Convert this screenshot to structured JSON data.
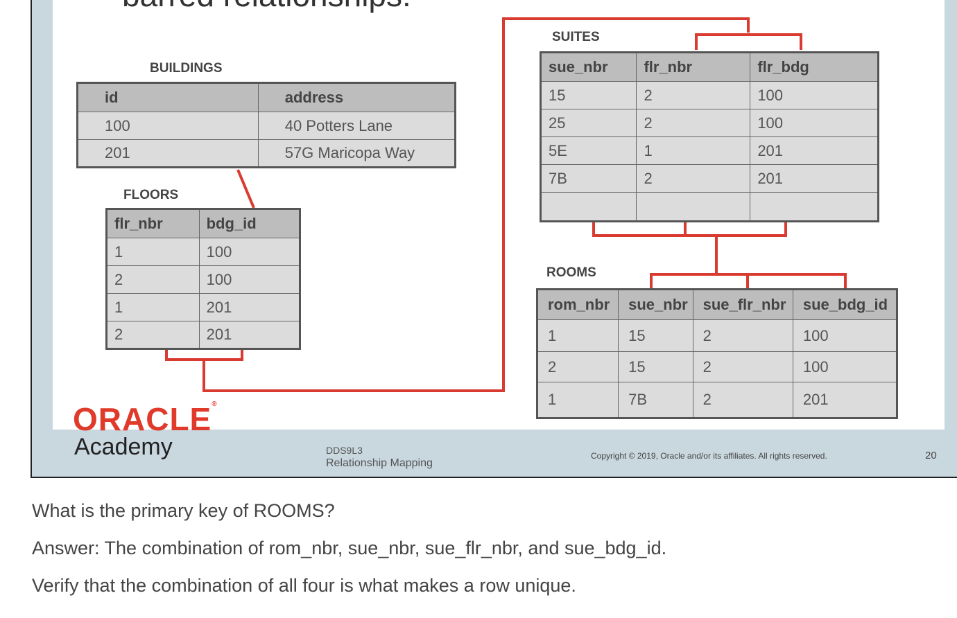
{
  "slide": {
    "title": "barred relationships.",
    "logo_text": "ORACLE",
    "logo_sub": "Academy",
    "course_code": "DDS9L3",
    "course_title": "Relationship Mapping",
    "copyright": "Copyright © 2019, Oracle and/or its affiliates. All rights reserved.",
    "page_number": "20"
  },
  "buildings": {
    "label": "BUILDINGS",
    "headers": [
      "id",
      "address"
    ],
    "rows": [
      [
        "100",
        "40 Potters Lane"
      ],
      [
        "201",
        "57G Maricopa Way"
      ]
    ]
  },
  "floors": {
    "label": "FLOORS",
    "headers": [
      "flr_nbr",
      "bdg_id"
    ],
    "rows": [
      [
        "1",
        "100"
      ],
      [
        "2",
        "100"
      ],
      [
        "1",
        "201"
      ],
      [
        "2",
        "201"
      ]
    ]
  },
  "suites": {
    "label": "SUITES",
    "headers": [
      "sue_nbr",
      "flr_nbr",
      "flr_bdg"
    ],
    "rows": [
      [
        "15",
        "2",
        "100"
      ],
      [
        "25",
        "2",
        "100"
      ],
      [
        "5E",
        "1",
        "201"
      ],
      [
        "7B",
        "2",
        "201"
      ],
      [
        "",
        "",
        ""
      ]
    ]
  },
  "rooms": {
    "label": "ROOMS",
    "headers": [
      "rom_nbr",
      "sue_nbr",
      "sue_flr_nbr",
      "sue_bdg_id"
    ],
    "rows": [
      [
        "1",
        "15",
        "2",
        "100"
      ],
      [
        "2",
        "15",
        "2",
        "100"
      ],
      [
        "1",
        "7B",
        "2",
        "201"
      ]
    ]
  },
  "notes": {
    "question": "What is the primary key of ROOMS?",
    "answer": "Answer: The combination of rom_nbr, sue_nbr, sue_flr_nbr, and sue_bdg_id.",
    "verify": "Verify that the combination of all four is what makes a row unique."
  },
  "colors": {
    "relationship_line": "#d93b30",
    "slide_band": "#c9d7df",
    "logo": "#e03a2b"
  }
}
